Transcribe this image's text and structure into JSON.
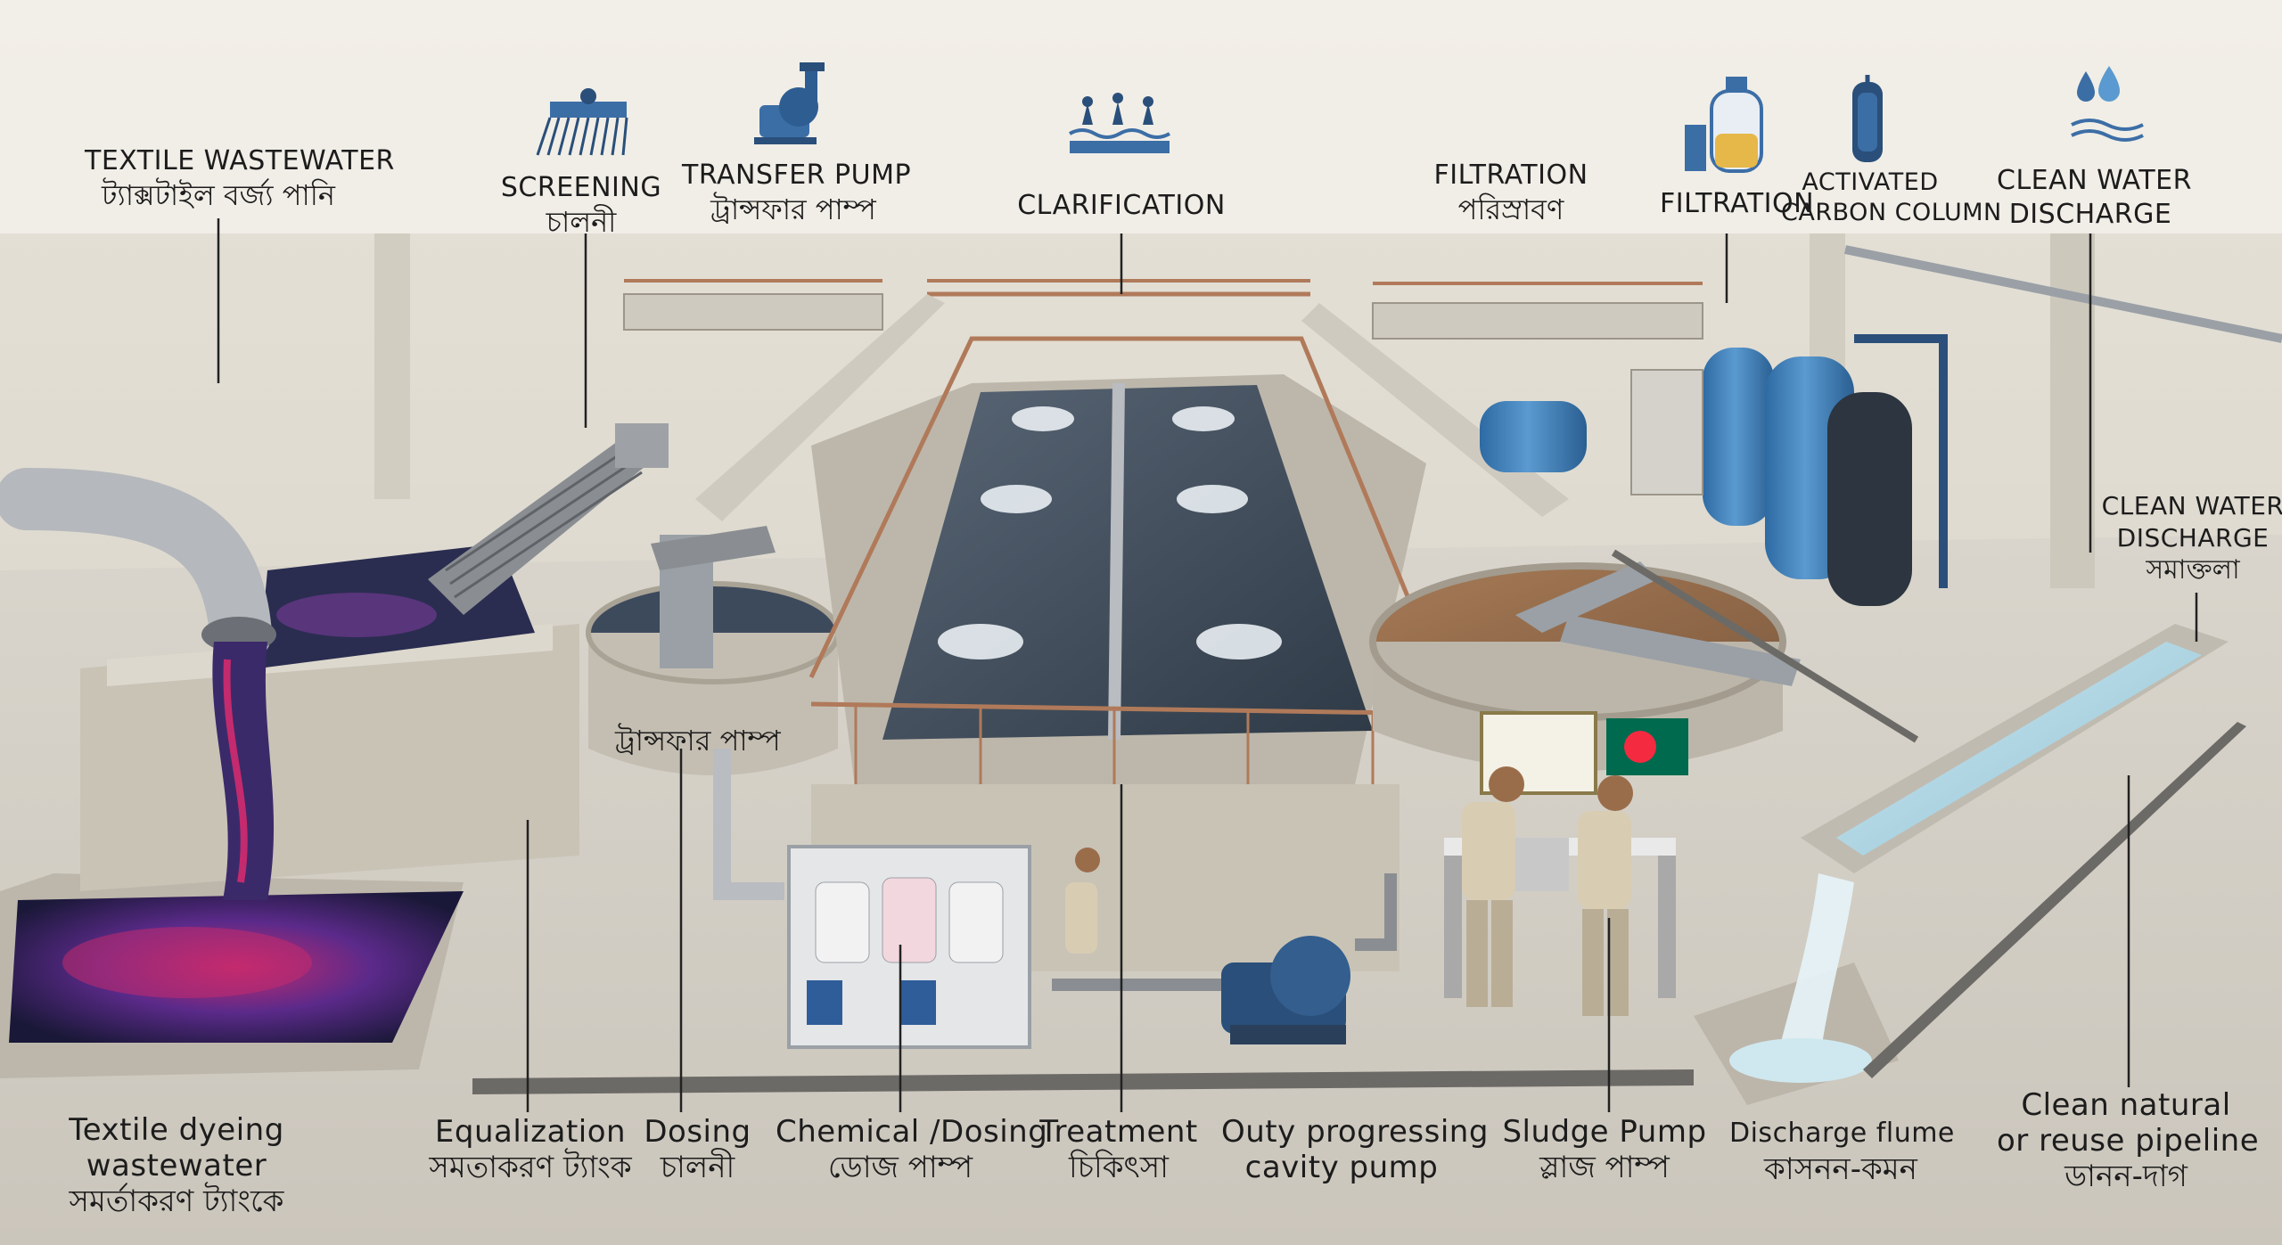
{
  "top_labels": {
    "textile_wastewater": {
      "en": "TEXTILE WASTEWATER",
      "bn": "ট্যাক্সটাইল বর্জ্য পানি"
    },
    "screening": {
      "en": "SCREENING",
      "bn": "চালনী"
    },
    "transfer_pump": {
      "en": "TRANSFER PUMP",
      "bn": "ট্রান্সফার পাম্প"
    },
    "clarification": {
      "en": "CLARIFICATION"
    },
    "filtration_main": {
      "en": "FILTRATION",
      "bn": "পরিস্রাবণ"
    },
    "filtration_small": {
      "en": "FILTRATION"
    },
    "activated_carbon": {
      "line1": "ACTIVATED",
      "line2": "CARBON COLUMN"
    },
    "clean_water_top": {
      "line1": "CLEAN WATER",
      "line2": "DISCHARGE"
    }
  },
  "side_labels": {
    "clean_water_right": {
      "line1": "CLEAN WATER",
      "line2": "DISCHARGE",
      "bn": "সমাক্তলা"
    },
    "transfer_pump_inline": "ট্রান্সফার পাম্প"
  },
  "bottom_labels": {
    "textile_dyeing": {
      "line1": "Textile dyeing",
      "line2": "wastewater",
      "bn": "সমর্তাকরণ ট্যাংকে"
    },
    "equalization": {
      "en": "Equalization",
      "bn": "সমতাকরণ ট্যাংক"
    },
    "dosing": {
      "en": "Dosing",
      "bn": "চালনী"
    },
    "chemical_dosing": {
      "en": "Chemical /Dosing",
      "bn": "ডোজ পাম্প"
    },
    "treatment": {
      "en": "Treatment",
      "bn": "চিকিৎসা"
    },
    "outy_progressing": {
      "line1": "Outy progressing",
      "line2": "cavity pump"
    },
    "sludge_pump": {
      "en": "Sludge Pump",
      "bn": "স্লাজ পাম্প"
    },
    "discharge_flume": {
      "en": "Discharge flume",
      "bn": "কাসনন-কমন"
    },
    "clean_natural": {
      "line1": "Clean natural",
      "line2": "or reuse pipeline",
      "bn": "ডানন-দাগ"
    }
  },
  "icons": [
    "screen-rake-icon",
    "pump-icon",
    "clarifier-icon",
    "filter-vessel-icon",
    "carbon-column-icon",
    "water-drops-icon"
  ],
  "colors": {
    "tank_blue": "#3f7fb8",
    "dye_purple": "#5b2a8a",
    "dye_magenta": "#c42a6e",
    "rail_rust": "#b07a5a",
    "concrete": "#cfcac0",
    "water_dark": "#3d4855",
    "water_clean": "#a9d3e3",
    "flag_green": "#006a4e",
    "flag_red": "#f42a41"
  }
}
